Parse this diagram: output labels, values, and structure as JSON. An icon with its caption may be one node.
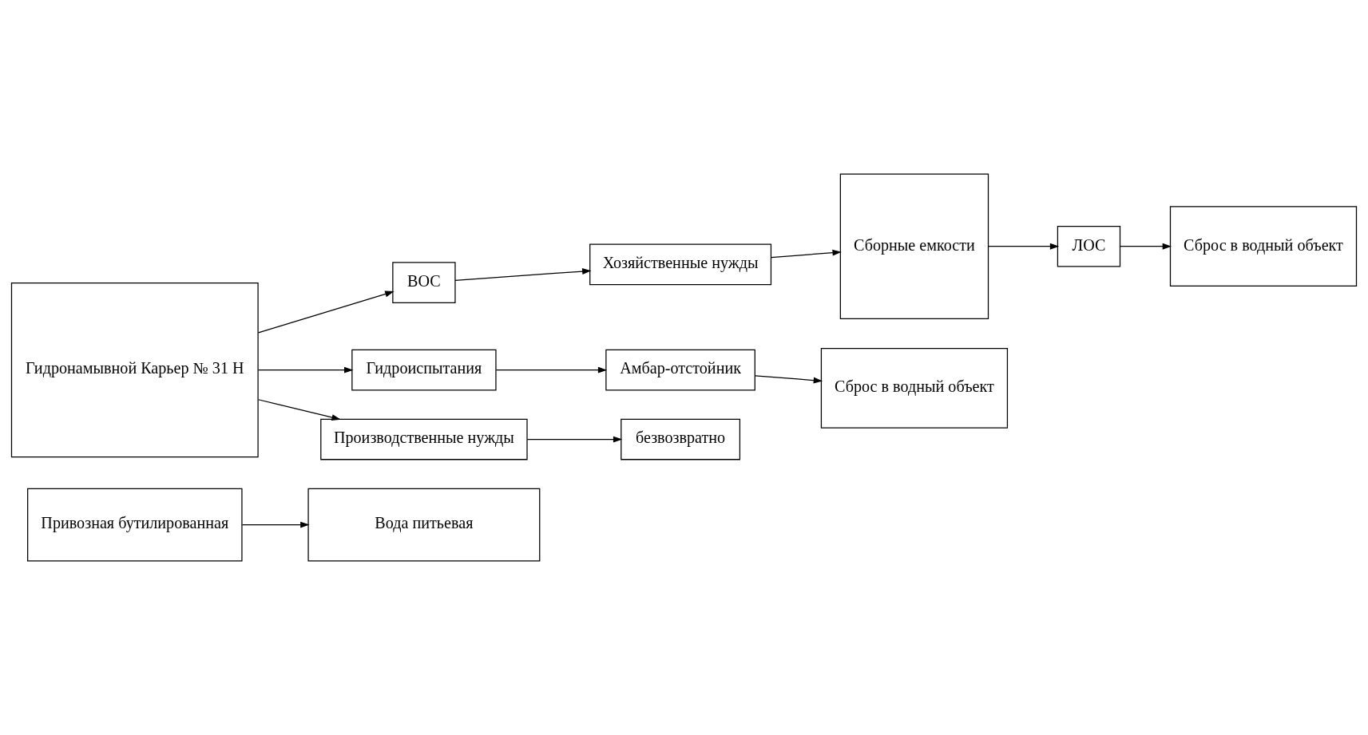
{
  "diagram": {
    "nodes": [
      {
        "text": [
          "Привозная бутилированная"
        ]
      },
      {
        "text": [
          "Вода питьевая"
        ]
      },
      {
        "text": [
          "Гидронамывной Карьер № 31 Н"
        ]
      },
      {
        "text": [
          "ВОС"
        ]
      },
      {
        "text": [
          "Хозяйственные нужды"
        ]
      },
      {
        "text": [
          "Сборные емкости"
        ]
      },
      {
        "text": [
          "ЛОС"
        ]
      },
      {
        "text": [
          "Сброс в водный объект"
        ]
      },
      {
        "text": [
          "Гидроиспытания"
        ]
      },
      {
        "text": [
          "Амбар-отстойник"
        ]
      },
      {
        "text": [
          "Сброс в водный объект"
        ]
      },
      {
        "text": [
          "Производственные нужды"
        ]
      },
      {
        "text": [
          "безвозвратно"
        ]
      }
    ],
    "edges": [
      {
        "from": 0,
        "to": 1,
        "arrow": "to"
      },
      {
        "from": 2,
        "to": 3,
        "arrow": "to"
      },
      {
        "from": 3,
        "to": 4,
        "arrow": "to"
      },
      {
        "from": 4,
        "to": 5,
        "arrow": "to"
      },
      {
        "from": 5,
        "to": 6,
        "arrow": "to"
      },
      {
        "from": 6,
        "to": 7,
        "arrow": "to"
      },
      {
        "from": 2,
        "to": 8,
        "arrow": "to"
      },
      {
        "from": 8,
        "to": 9,
        "arrow": "to"
      },
      {
        "from": 9,
        "to": 10,
        "arrow": "to"
      },
      {
        "from": 2,
        "to": 11,
        "arrow": "to"
      },
      {
        "from": 11,
        "to": 12,
        "arrow": "to"
      }
    ]
  }
}
